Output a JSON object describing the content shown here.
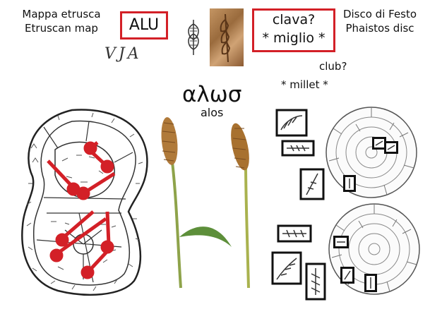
{
  "etruscan": {
    "line1": "Mappa etrusca",
    "line2": "Etruscan map",
    "script": "VJA"
  },
  "alu": "ALU",
  "clava": {
    "line1": "clava?",
    "line2": "* miglio *"
  },
  "festos": {
    "line1": "Disco di Festo",
    "line2": "Phaistos disc"
  },
  "english": {
    "club": "club?",
    "millet": "* millet *"
  },
  "greek": {
    "word": "αλωσ",
    "translit": "alos"
  },
  "colors": {
    "highlight": "#d32027",
    "ink": "#111111",
    "stalk": "#8ea34a",
    "grain": "#b07a3a"
  }
}
